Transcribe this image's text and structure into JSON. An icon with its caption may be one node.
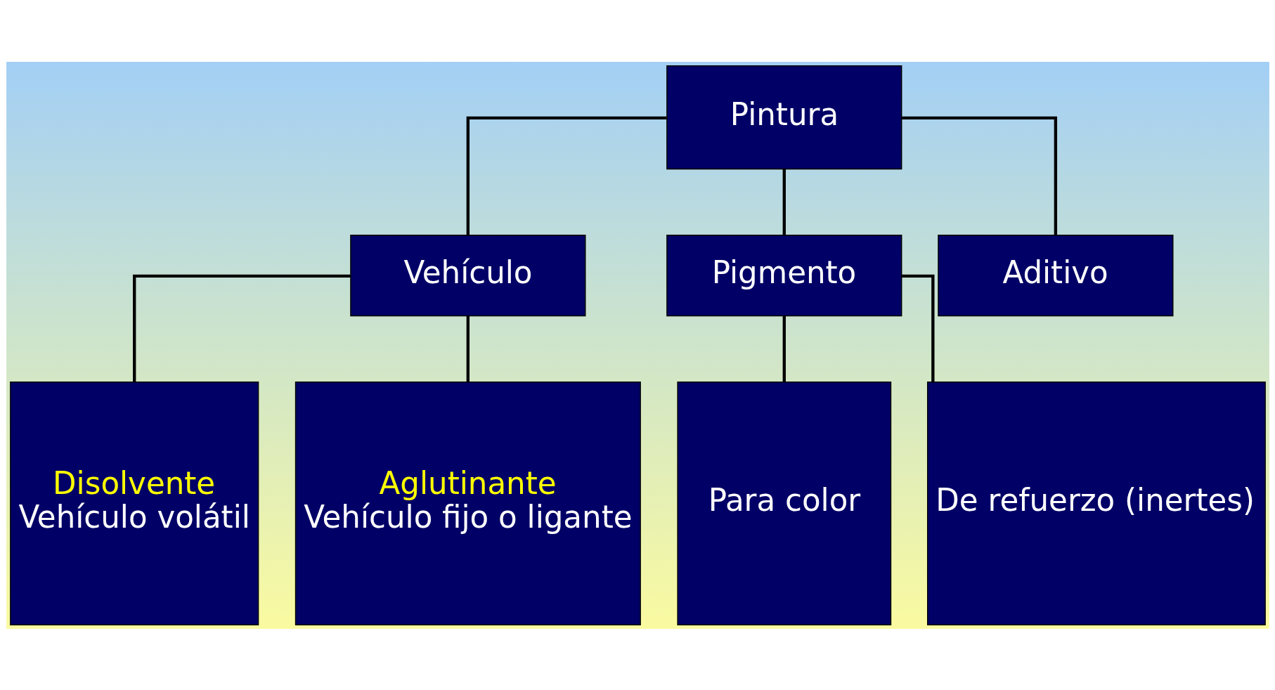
{
  "diagram": {
    "nodes": [
      {
        "text": [
          "Pintura"
        ]
      },
      {
        "text": [
          "Vehículo"
        ]
      },
      {
        "text": [
          "Pigmento"
        ]
      },
      {
        "text": [
          "Aditivo"
        ]
      },
      {
        "text": [
          "Disolvente",
          "Vehículo volátil"
        ]
      },
      {
        "text": [
          "Aglutinante",
          "Vehículo fijo o ligante"
        ]
      },
      {
        "text": [
          "Para color"
        ]
      },
      {
        "text": [
          "De refuerzo (inertes)"
        ]
      }
    ],
    "edges": [
      {
        "from": 0,
        "to": 1,
        "arrow": "none"
      },
      {
        "from": 0,
        "to": 2,
        "arrow": "none"
      },
      {
        "from": 0,
        "to": 3,
        "arrow": "none"
      },
      {
        "from": 1,
        "to": 4,
        "arrow": "none"
      },
      {
        "from": 1,
        "to": 5,
        "arrow": "none"
      },
      {
        "from": 2,
        "to": 6,
        "arrow": "none"
      },
      {
        "from": 2,
        "to": 7,
        "arrow": "none"
      }
    ]
  }
}
